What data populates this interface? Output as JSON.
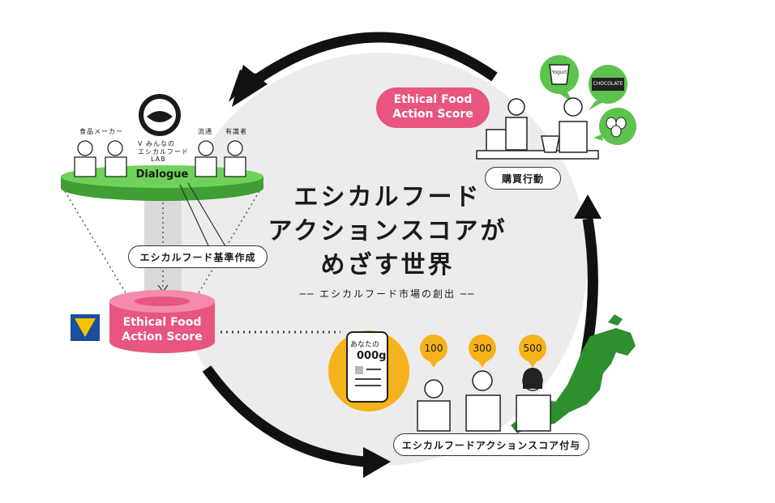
{
  "title": {
    "line1": "エシカルフード",
    "line2": "アクションスコアが",
    "line3": "めざす世界",
    "subtitle": "── エシカルフード市場の創出 ──"
  },
  "left": {
    "logo_text_line1": "V みんなの",
    "logo_text_line2": "エシカルフード",
    "logo_text_line3": "LAB",
    "label_makers": "食品メーカー",
    "label_distribution": "流通",
    "label_experts": "有識者",
    "dialogue": "Dialogue",
    "standard_pill": "エシカルフード基準作成",
    "score_line1": "Ethical Food",
    "score_line2": "Action Score"
  },
  "right_top": {
    "score_line1": "Ethical Food",
    "score_line2": "Action Score",
    "bubble_yogurt": "Yogurt",
    "bubble_chocolate": "CHOCOLATE",
    "purchase_pill": "購買行動"
  },
  "bottom": {
    "phone_label": "あなたの",
    "phone_value": "000g",
    "coin_1": "100",
    "coin_2": "300",
    "coin_3": "500",
    "award_pill": "エシカルフードアクションスコア付与"
  },
  "colors": {
    "pink": "#e8557f",
    "green": "#5cc34c",
    "yellow": "#f5b21a",
    "circle_gray": "#ececec",
    "v_blue": "#1d4e9e",
    "v_yellow": "#f4c300"
  }
}
